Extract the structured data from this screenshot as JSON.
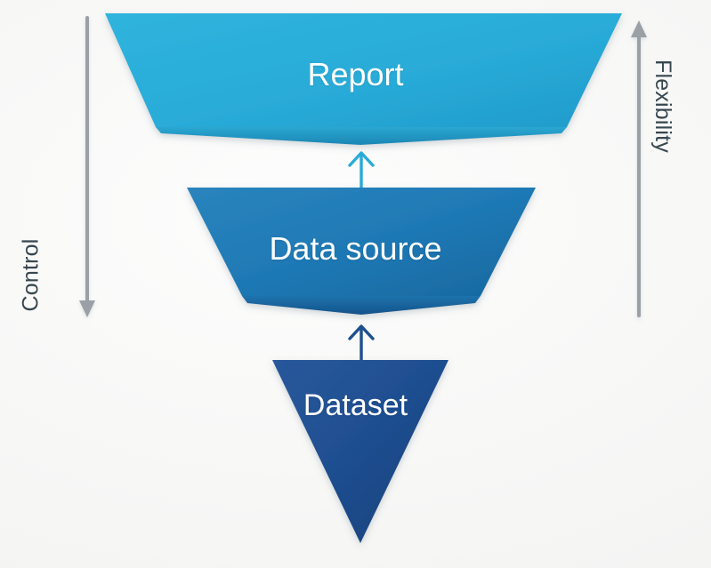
{
  "diagram": {
    "type": "inverted-funnel",
    "background_color": "#f7f7f6",
    "stages": [
      {
        "id": "report",
        "label": "Report",
        "level": 1,
        "color": "#29abd8",
        "shade_color": "#1f93bd",
        "text_color": "#ffffff",
        "width_rank": "widest"
      },
      {
        "id": "data-source",
        "label": "Data source",
        "level": 2,
        "color": "#1f79b5",
        "shade_color": "#1a5f98",
        "text_color": "#ffffff",
        "width_rank": "medium"
      },
      {
        "id": "dataset",
        "label": "Dataset",
        "level": 3,
        "color": "#1d4f8f",
        "shade_color": "#17407a",
        "text_color": "#ffffff",
        "width_rank": "narrowest"
      }
    ],
    "connectors": [
      {
        "id": "dataset-to-data-source",
        "from": "dataset",
        "to": "data-source",
        "direction": "up",
        "color": "#1c4f8f"
      },
      {
        "id": "data-source-to-report",
        "from": "data-source",
        "to": "report",
        "direction": "up",
        "color": "#29abd8"
      }
    ],
    "axes": [
      {
        "id": "control",
        "label": "Control",
        "side": "left",
        "arrow_direction": "down",
        "arrow_color": "#9aa0a6",
        "text_color": "#37474f"
      },
      {
        "id": "flexibility",
        "label": "Flexibility",
        "side": "right",
        "arrow_direction": "up",
        "arrow_color": "#9aa0a6",
        "text_color": "#37474f"
      }
    ]
  }
}
